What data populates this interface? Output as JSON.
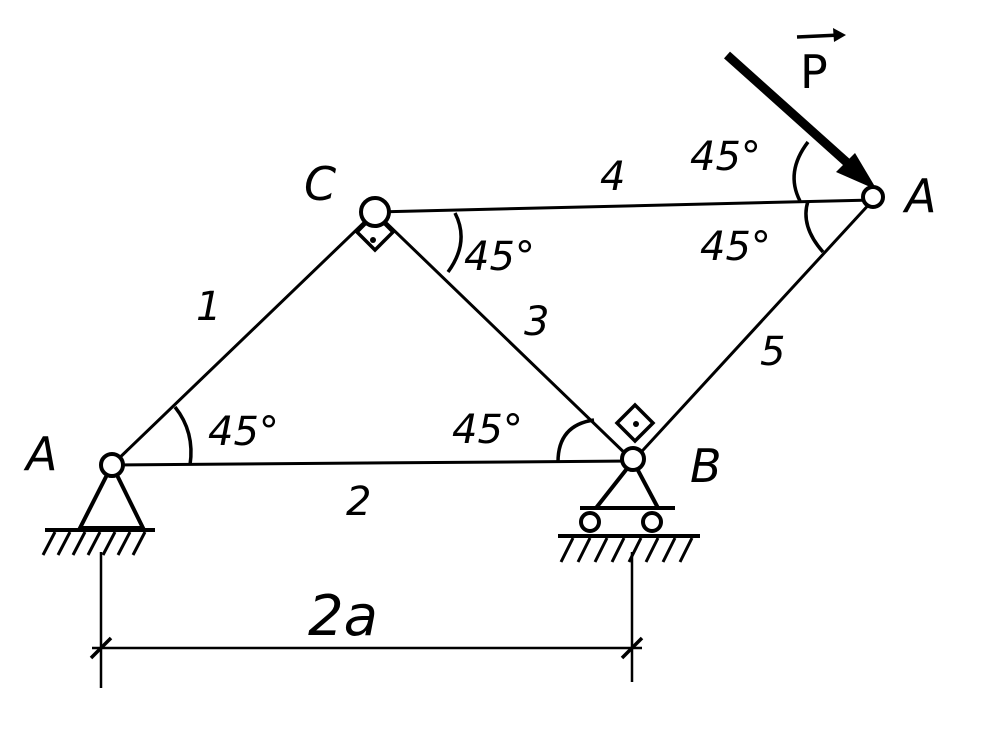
{
  "nodes": {
    "support_left": "A",
    "top_left": "C",
    "support_right": "B",
    "top_right": "A"
  },
  "members": [
    "1",
    "2",
    "3",
    "4",
    "5"
  ],
  "angles": {
    "at_a_left": "45°",
    "at_b_left": "45°",
    "at_c_right": "45°",
    "at_d_top": "45°",
    "at_d_bottom": "45°"
  },
  "force": {
    "label": "P"
  },
  "dimension": {
    "span_label": "2a"
  }
}
